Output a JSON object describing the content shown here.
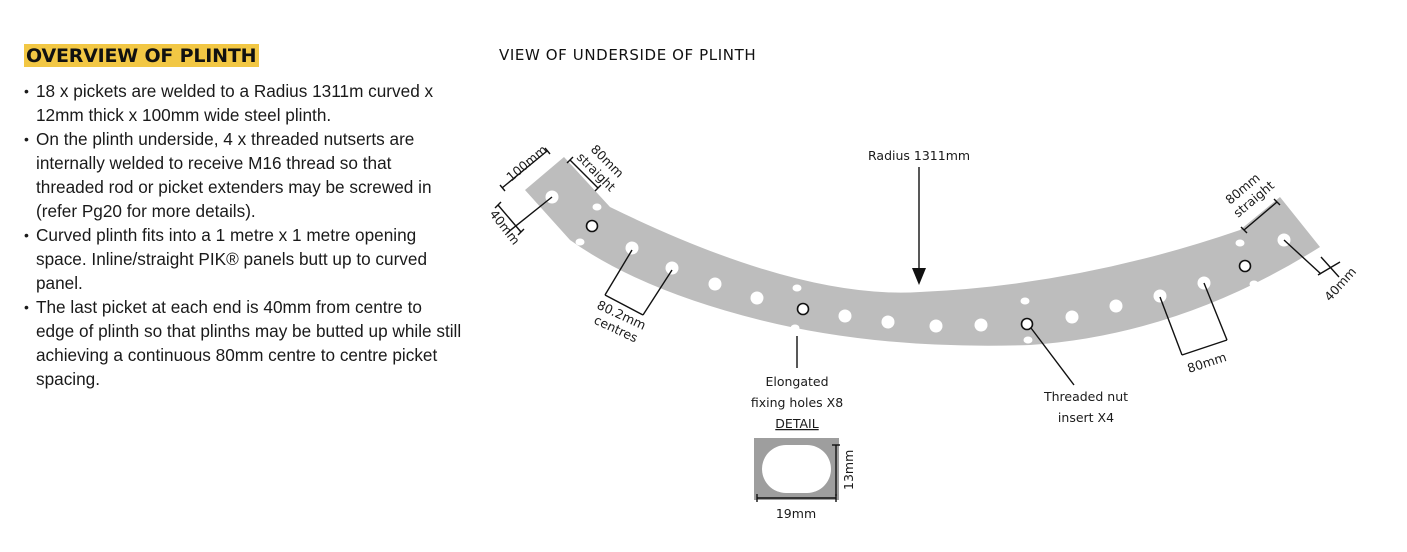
{
  "overview": {
    "title": "OVERVIEW OF PLINTH",
    "bullets": [
      "18 x pickets are welded to a Radius 1311m curved x 12mm thick x 100mm wide steel plinth.",
      "On the plinth underside, 4 x threaded nutserts are internally welded to receive M16 thread so that threaded rod or picket extenders may be screwed in (refer Pg20 for more details).",
      "Curved plinth fits into a 1 metre x 1 metre opening space. Inline/straight PIK® panels butt up to curved panel.",
      "The last picket at each end is 40mm from centre to edge of plinth so that plinths may be butted up while still achieving a continuous 80mm centre to centre picket spacing."
    ]
  },
  "diagram": {
    "title": "VIEW OF UNDERSIDE OF PLINTH",
    "colors": {
      "accent": "#f2c744",
      "plinth": "#bdbdbd"
    },
    "labels": {
      "width_100": "100mm",
      "straight_80_left_a": "80mm",
      "straight_80_left_b": "straight",
      "end_40_left": "40mm",
      "radius": "Radius 1311mm",
      "centres_a": "80.2mm",
      "centres_b": "centres",
      "elongated_a": "Elongated",
      "elongated_b": "fixing holes X8",
      "detail": "DETAIL",
      "detail_w": "19mm",
      "detail_h": "13mm",
      "threaded_a": "Threaded nut",
      "threaded_b": "insert X4",
      "straight_80_right_a": "80mm",
      "straight_80_right_b": "straight",
      "end_40_right": "40mm",
      "spacing_80": "80mm"
    },
    "picket_count": 18,
    "nut_insert_count": 4,
    "fixing_hole_count": 8
  }
}
